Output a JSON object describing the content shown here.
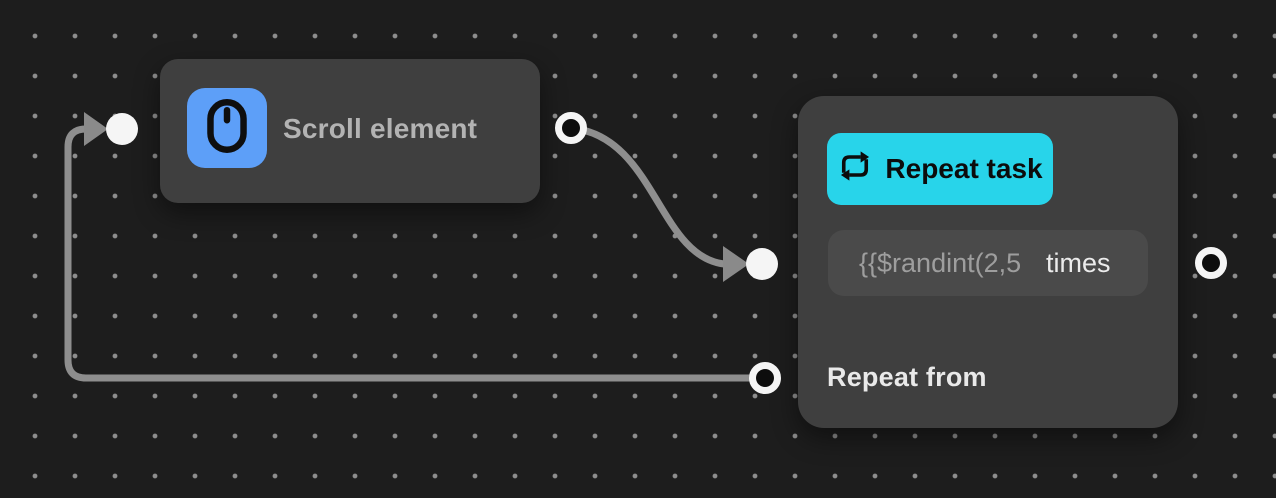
{
  "canvas": {
    "background_color": "#1d1d1d",
    "grid_dot_color": "#8d8d8d"
  },
  "nodes": {
    "scroll_element": {
      "label": "Scroll element",
      "icon": "mouse-icon",
      "icon_bg_color": "#5d9ff8",
      "body_color": "#3f3f3f"
    },
    "repeat_task": {
      "button_label": "Repeat task",
      "button_color": "#28d4ea",
      "button_icon": "repeat-icon",
      "times_field": {
        "value": "{{$randint(2,5",
        "suffix": "times"
      },
      "repeat_from_label": "Repeat from",
      "body_color": "#3f3f3f"
    }
  },
  "edges": {
    "color": "#8e8e8e",
    "connections": [
      {
        "from": "scroll-element-output",
        "to": "repeat-task-input"
      },
      {
        "from": "repeat-from-output",
        "to": "scroll-element-input"
      }
    ]
  }
}
